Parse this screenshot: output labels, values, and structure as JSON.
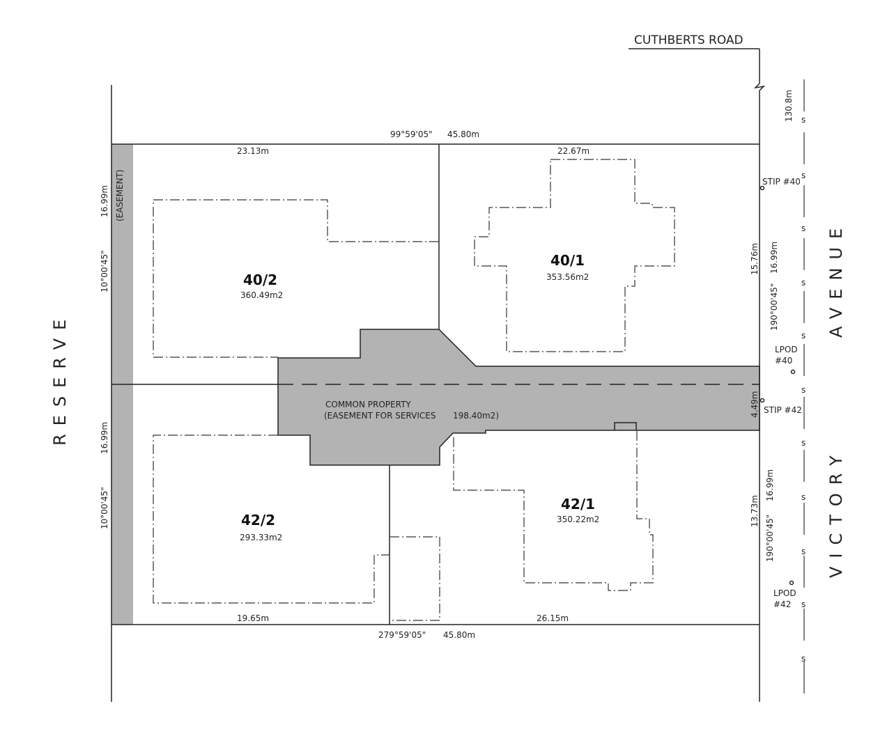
{
  "colors": {
    "easement_fill": "#b3b3b3",
    "line": "#222222",
    "background": "#ffffff"
  },
  "streets": {
    "top": "CUTHBERTS ROAD",
    "left": "RESERVE",
    "right_a": "VICTORY",
    "right_b": "AVENUE"
  },
  "dimensions": {
    "top_bearing": "99°59'05\"",
    "top_length": "45.80m",
    "bottom_bearing": "279°59'05\"",
    "bottom_length": "45.80m",
    "lot_40_2_top": "23.13m",
    "lot_40_1_top": "22.67m",
    "lot_42_2_bottom": "19.65m",
    "lot_42_1_bottom": "26.15m",
    "left_upper_length": "16.99m",
    "left_upper_bearing": "10°00'45\"",
    "left_lower_length": "16.99m",
    "left_lower_bearing": "10°00'45\"",
    "right_upper_length": "16.99m",
    "right_upper_bearing": "190°00'45\"",
    "right_lower_length": "16.99m",
    "right_lower_bearing": "190°00'45\"",
    "right_40_1_depth": "15.76m",
    "right_42_1_depth": "13.73m",
    "common_width": "4.49m",
    "distance_to_road": "130.8m"
  },
  "easement_label": "(EASEMENT)",
  "common_property": {
    "line1": "COMMON PROPERTY",
    "line2": "(EASEMENT FOR SERVICES",
    "area": "198.40m2)"
  },
  "lots": [
    {
      "id": "40/2",
      "area": "360.49m2"
    },
    {
      "id": "40/1",
      "area": "353.56m2"
    },
    {
      "id": "42/2",
      "area": "293.33m2"
    },
    {
      "id": "42/1",
      "area": "350.22m2"
    }
  ],
  "services": {
    "stip_40": "STIP #40",
    "stip_42": "STIP #42",
    "lpod_40_a": "LPOD",
    "lpod_40_b": "#40",
    "lpod_42_a": "LPOD",
    "lpod_42_b": "#42",
    "sewer_marker": "s"
  }
}
